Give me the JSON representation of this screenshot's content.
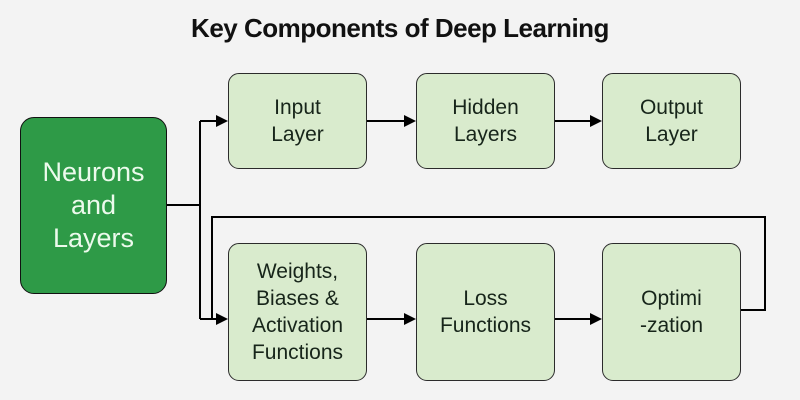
{
  "title": "Key Components of Deep Learning",
  "nodes": {
    "neurons": {
      "label": "Neurons\nand\nLayers"
    },
    "input": {
      "label": "Input\nLayer"
    },
    "hidden": {
      "label": "Hidden\nLayers"
    },
    "output": {
      "label": "Output\nLayer"
    },
    "weights": {
      "label": "Weights,\nBiases &\nActivation\nFunctions"
    },
    "loss": {
      "label": "Loss\nFunctions"
    },
    "optimization": {
      "label": "Optimi\n-zation"
    }
  },
  "edges": [
    {
      "from": "neurons",
      "to": "input"
    },
    {
      "from": "neurons",
      "to": "weights"
    },
    {
      "from": "input",
      "to": "hidden"
    },
    {
      "from": "hidden",
      "to": "output"
    },
    {
      "from": "weights",
      "to": "loss"
    },
    {
      "from": "loss",
      "to": "optimization"
    },
    {
      "from": "optimization",
      "to": "weights",
      "style": "feedback-loop"
    }
  ],
  "colors": {
    "background": "#f3f3f3",
    "primary_node_fill": "#2e9a47",
    "secondary_node_fill": "#d9ebcd",
    "node_border": "#2b2b2b",
    "edge_stroke": "#000000",
    "title_text": "#111111",
    "light_node_text": "#17251a",
    "dark_node_text": "#ecfaec"
  }
}
